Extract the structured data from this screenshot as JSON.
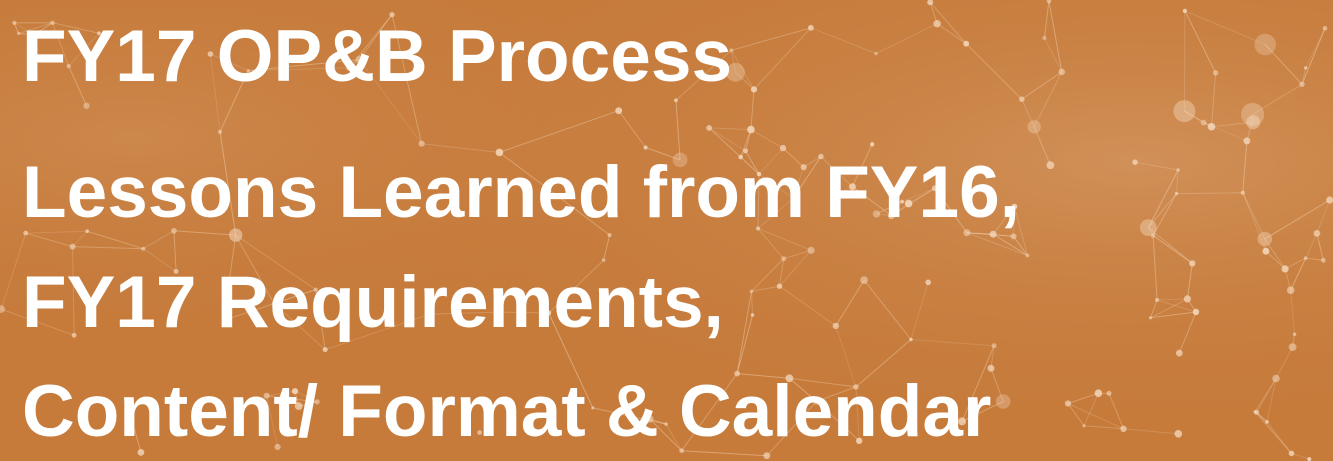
{
  "slide": {
    "background_color": "#c67b3b",
    "text_color": "#ffffff",
    "title_lines": [
      "FY17 OP&B Process",
      "Lessons Learned from FY16,",
      "FY17 Requirements,",
      "Content/  Format & Calendar"
    ]
  }
}
